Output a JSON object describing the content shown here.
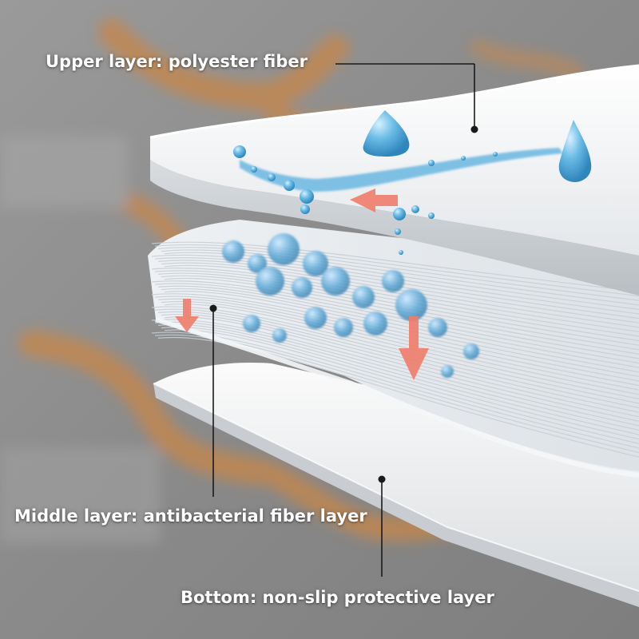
{
  "labels": {
    "upper": "Upper layer: polyester fiber",
    "middle": "Middle layer: antibacterial fiber layer",
    "bottom": "Bottom: non-slip protective layer"
  },
  "colors": {
    "label_text": "#ffffff",
    "leader_line": "#1a1a1a",
    "water": "#5aaed8",
    "arrow": "#f07c6a",
    "background": "#8f8f8f",
    "branch": "#c8864a"
  }
}
